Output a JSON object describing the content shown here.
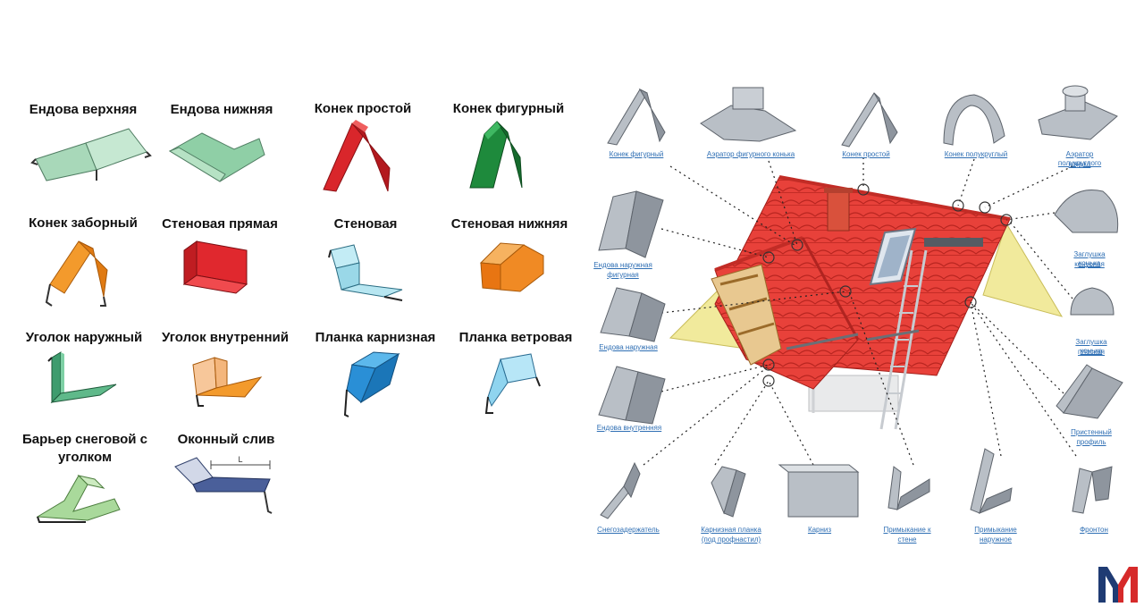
{
  "left_panel": {
    "items": [
      {
        "label": "Ендова верхняя",
        "color": "#a8d8b9"
      },
      {
        "label": "Ендова нижняя",
        "color": "#8fcfa6"
      },
      {
        "label": "Конек простой",
        "color": "#d9262b"
      },
      {
        "label": "Конек фигурный",
        "color": "#1e8a3c"
      },
      {
        "label": "Конек заборный",
        "color": "#f08a24"
      },
      {
        "label": "Стеновая прямая",
        "color": "#e0282e"
      },
      {
        "label": "Стеновая",
        "color": "#9ad8e8"
      },
      {
        "label": "Стеновая нижняя",
        "color": "#f08a24"
      },
      {
        "label": "Уголок наружный",
        "color": "#5fb98a"
      },
      {
        "label": "Уголок внутренний",
        "color": "#f39a2c"
      },
      {
        "label": "Планка карнизная",
        "color": "#2a8fd6"
      },
      {
        "label": "Планка ветровая",
        "color": "#8fd4ef"
      },
      {
        "label": "Барьер снеговой с уголком",
        "color": "#a9d99b"
      },
      {
        "label": "Оконный слив",
        "color": "#4a5f9a"
      }
    ],
    "dimension_mark": "L"
  },
  "diagram": {
    "roof_color": "#e8413a",
    "gable_color": "#f1ea9c",
    "metal_color": "#b9bfc6",
    "captions": {
      "konek_figurny": "Конек фигурный",
      "aerator_figurnogo": "Аэратор фигурного конька",
      "konek_prostoy": "Конек простой",
      "konek_polukrugly": "Конек полукруглый",
      "aerator_polukruglogo_1": "Аэратор полукруглого",
      "aerator_polukruglogo_2": "конька",
      "endova_naruzhnaya_fig_1": "Ендова наружная",
      "endova_naruzhnaya_fig_2": "фигурная",
      "endova_naruzhnaya": "Ендова наружная",
      "endova_vnutrennyaya": "Ендова внутренняя",
      "zaglushka_konusnaya_1": "Заглушка конька",
      "zaglushka_konusnaya_2": "конусная",
      "zaglushka_ploskaya_1": "Заглушка конька",
      "zaglushka_ploskaya_2": "плоская",
      "pristenny_1": "Пристенный",
      "pristenny_2": "профиль",
      "snegozaderzhatel": "Снегозадержатель",
      "karniznaya_1": "Карнизная планка",
      "karniznaya_2": "(под профнастил)",
      "karniz": "Карниз",
      "primykanie_stene_1": "Примыкание к",
      "primykanie_stene_2": "стене",
      "primykanie_naruzh_1": "Примыкание",
      "primykanie_naruzh_2": "наружное",
      "fronton": "Фронтон"
    }
  },
  "logo": {
    "letter": "M",
    "color_dark": "#1f3b73",
    "color_red": "#d62a2a"
  }
}
